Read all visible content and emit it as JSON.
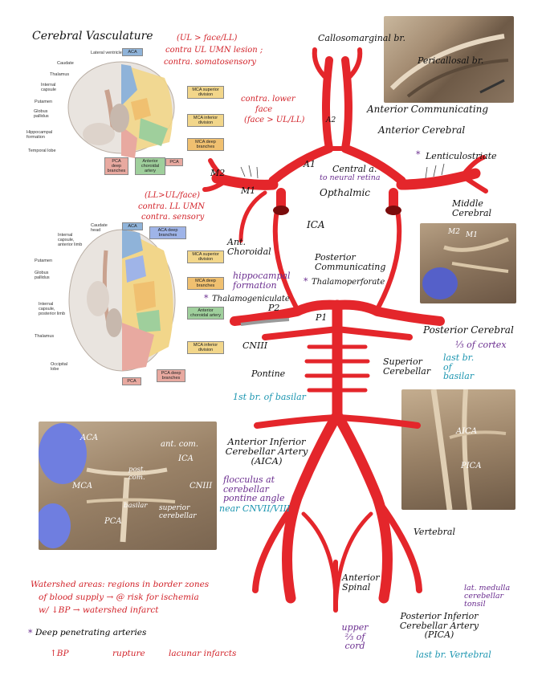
{
  "title": "Cerebral Vasculature",
  "brain1": {
    "labels": [
      "Lateral ventricle",
      "Caudate",
      "Thalamus",
      "Internal capsule",
      "Putamen",
      "Globus pallidus",
      "Hippocampal formation",
      "Temporal lobe"
    ],
    "boxes": [
      "ACA",
      "MCA superior division",
      "MCA inferior division",
      "MCA deep branches",
      "PCA deep branches",
      "Anterior choroidal artery",
      "PCA"
    ]
  },
  "brain2": {
    "labels": [
      "Caudate head",
      "Internal capsule, anterior limb",
      "Putamen",
      "Globus pallidus",
      "Internal capsule, posterior limb",
      "Thalamus",
      "Occipital lobe"
    ],
    "boxes": [
      "ACA",
      "ACA deep branches",
      "MCA superior division",
      "MCA deep branches",
      "Anterior choroidal artery",
      "MCA inferior division",
      "PCA deep branches",
      "PCA"
    ]
  },
  "notes": {
    "aca_rule": "(UL > face/LL)",
    "aca_lesion": "contra UL UMN lesion ;",
    "aca_sensory": "contra. somatosensory",
    "mca_lower1": "contra. lower",
    "mca_lower2": "face",
    "mca_lower3": "(face > UL/LL)",
    "deep_rule": "(LL>UL/face)",
    "deep_umn": "contra. LL UMN",
    "deep_sensory": "contra. sensory",
    "watershed1": "Watershed areas: regions in border zones",
    "watershed2": "of blood supply → @ risk for ischemia",
    "watershed3": "w/ ↓BP → watershed infarct",
    "deep_title": "Deep penetrating arteries",
    "deep_bp": "↑BP",
    "deep_rupture": "rupture",
    "deep_lacunar": "lacunar infarcts",
    "asterisk": "*"
  },
  "diagram_labels": {
    "callosomarginal": "Callosomarginal br.",
    "pericallosal": "Pericallosal br.",
    "anterior_communicating": "Anterior Communicating",
    "anterior_cerebral": "Anterior Cerebral",
    "lenticulostriate": "Lenticulostriate",
    "central_a": "Central a.",
    "to_neural_retina": "to neural retina",
    "opthalmic": "Opthalmic",
    "middle_cerebral": "Middle Cerebral",
    "ica": "ICA",
    "m1": "M1",
    "m2": "M2",
    "a1": "A1",
    "a2": "A2",
    "ant_choroidal": "Ant. Choroidal",
    "hippocampal": "hippocampal formation",
    "posterior_communicating": "Posterior Communicating",
    "thalamoperforate": "Thalamoperforate",
    "thalamogeniculate": "Thalamogeniculate",
    "p1": "P1",
    "p2": "P2",
    "posterior_cerebral": "Posterior Cerebral",
    "third_cortex": "⅓ of cortex",
    "last_br_basilar": "last br. of basilar",
    "cniii": "CNIII",
    "superior_cerebellar": "Superior Cerebellar",
    "pontine": "Pontine",
    "first_br_basilar": "1st br. of basilar",
    "aica": "Anterior Inferior Cerebellar Artery (AICA)",
    "flocculus": "flocculus at cerebellar pontine angle",
    "near_cn": "near CNVII/VIII",
    "vertebral": "Vertebral",
    "anterior_spinal": "Anterior Spinal",
    "upper_cord": "upper ⅔ of cord",
    "pica": "Posterior Inferior Cerebellar Artery (PICA)",
    "lat_medulla": "lat. medulla cerebellar tonsil",
    "last_br_vertebral": "last br. Vertebral"
  },
  "photo_labels": {
    "aca": "ACA",
    "ant_com": "ant. com.",
    "mca": "MCA",
    "ica": "ICA",
    "post_com": "post. com.",
    "cniii": "CNIII",
    "pca": "PCA",
    "basilar": "basilar",
    "sup_cerebellar": "superior cerebellar",
    "m2": "M2",
    "m1": "M1",
    "aica": "AICA",
    "pica": "PICA"
  },
  "colors": {
    "artery": "#e4262b",
    "note_red": "#d2232a",
    "note_blue": "#1b95b0",
    "note_purple": "#6a2d8f",
    "aca_territory": "#8fb3d9",
    "mca_territory": "#f2d68a",
    "pca_territory": "#e8a9a0",
    "choroidal_territory": "#9fcf9c",
    "deep_territory": "#f0c070"
  }
}
